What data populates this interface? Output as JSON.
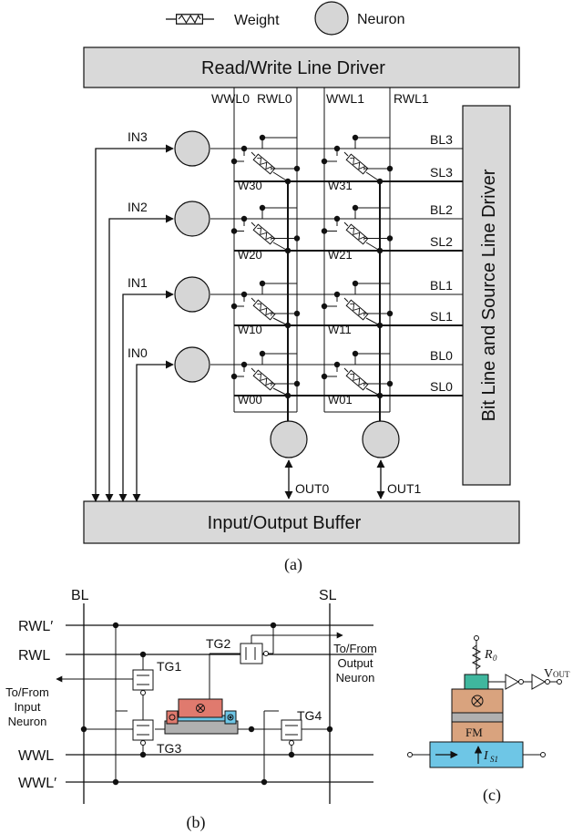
{
  "legend": {
    "weight_label": "Weight",
    "neuron_label": "Neuron"
  },
  "panel_a": {
    "top_driver": "Read/Write Line Driver",
    "side_driver": "Bit Line and Source Line Driver",
    "bottom_buffer": "Input/Output Buffer",
    "column_lines": [
      "WWL0",
      "RWL0",
      "WWL1",
      "RWL1"
    ],
    "inputs": [
      "IN3",
      "IN2",
      "IN1",
      "IN0"
    ],
    "bit_lines": [
      "BL3",
      "BL2",
      "BL1",
      "BL0"
    ],
    "source_lines": [
      "SL3",
      "SL2",
      "SL1",
      "SL0"
    ],
    "weights_col0": [
      "W30",
      "W20",
      "W10",
      "W00"
    ],
    "weights_col1": [
      "W31",
      "W21",
      "W11",
      "W01"
    ],
    "outputs": [
      "OUT0",
      "OUT1"
    ],
    "caption": "(a)"
  },
  "panel_b": {
    "bl": "BL",
    "sl": "SL",
    "rwl_prime": "RWL′",
    "rwl": "RWL",
    "wwl": "WWL",
    "wwl_prime": "WWL′",
    "tg1": "TG1",
    "tg2": "TG2",
    "tg3": "TG3",
    "tg4": "TG4",
    "to_from_input": [
      "To/From",
      "Input",
      "Neuron"
    ],
    "to_from_output": [
      "To/From",
      "Output",
      "Neuron"
    ],
    "caption": "(b)"
  },
  "panel_c": {
    "r0": "R",
    "r0_sub": "0",
    "vout": "V",
    "vout_sub": "OUT",
    "fm": "FM",
    "is": "I",
    "is_sub": "S1",
    "caption": "(c)"
  },
  "colors": {
    "box": "#d9d9d9",
    "neuron": "#d6d6d6",
    "red": "#e07a6e",
    "orange": "#d9a37e",
    "teal": "#3fb79e",
    "gray": "#b0b0b0",
    "blue": "#6ec6e6"
  }
}
